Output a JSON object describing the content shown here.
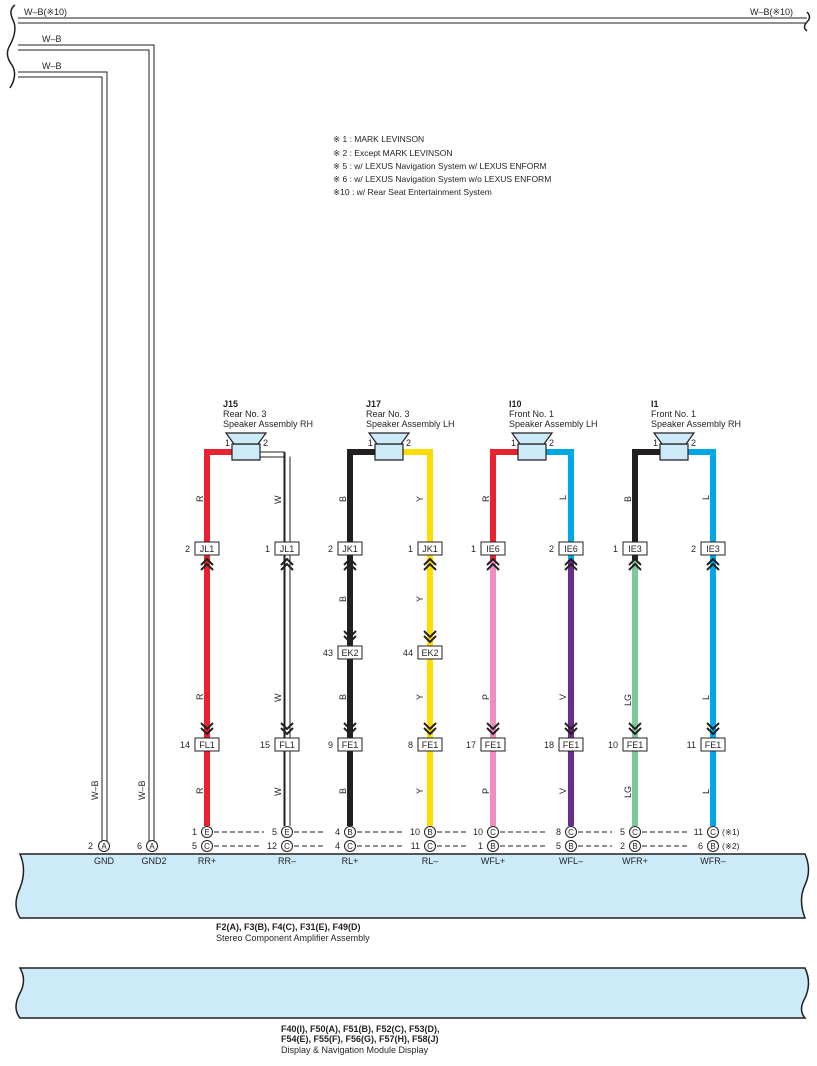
{
  "colors": {
    "red": "#e8222e",
    "black": "#231f20",
    "yellow": "#ffdd00",
    "sky_blue": "#00a8e6",
    "pink": "#f08ec0",
    "violet": "#6a2c91",
    "light_green": "#7fc89a",
    "white_wire": "#bfbfbf",
    "component_fill": "#cdeaf8"
  },
  "top_wires": [
    {
      "left_label": "W–B(※10)",
      "right_label": "W–B(※10)"
    },
    {
      "label": "W–B"
    },
    {
      "label": "W–B"
    }
  ],
  "notes": [
    "※ 1 : MARK LEVINSON",
    "※ 2 : Except MARK LEVINSON",
    "※ 5 : w/ LEXUS Navigation System w/ LEXUS ENFORM",
    "※ 6 : w/ LEXUS Navigation System w/o LEXUS ENFORM",
    "※10 : w/ Rear Seat Entertainment System"
  ],
  "speakers": [
    {
      "code": "J15",
      "name1": "Rear No. 3",
      "name2": "Speaker Assembly RH",
      "pin1": "1",
      "pin2": "2"
    },
    {
      "code": "J17",
      "name1": "Rear No. 3",
      "name2": "Speaker Assembly LH",
      "pin1": "1",
      "pin2": "2"
    },
    {
      "code": "I10",
      "name1": "Front No. 1",
      "name2": "Speaker Assembly LH",
      "pin1": "1",
      "pin2": "2"
    },
    {
      "code": "I1",
      "name1": "Front No. 1",
      "name2": "Speaker Assembly RH",
      "pin1": "1",
      "pin2": "2"
    }
  ],
  "wires": [
    {
      "color_code": "R",
      "color": "red",
      "c1_pin": "2",
      "c1": "JL1",
      "mid_pin": "",
      "mid": "",
      "c2_pin": "14",
      "c2": "FL1",
      "top_pin": "1",
      "top_conn": "E",
      "bot_pin": "5",
      "bot_conn": "C",
      "signal": "RR+"
    },
    {
      "color_code": "W",
      "color": "white",
      "c1_pin": "1",
      "c1": "JL1",
      "mid_pin": "",
      "mid": "",
      "c2_pin": "15",
      "c2": "FL1",
      "top_pin": "5",
      "top_conn": "E",
      "bot_pin": "12",
      "bot_conn": "C",
      "signal": "RR–"
    },
    {
      "color_code": "B",
      "color": "black",
      "c1_pin": "2",
      "c1": "JK1",
      "mid_pin": "43",
      "mid": "EK2",
      "c2_pin": "9",
      "c2": "FE1",
      "top_pin": "4",
      "top_conn": "B",
      "bot_pin": "4",
      "bot_conn": "C",
      "signal": "RL+"
    },
    {
      "color_code": "Y",
      "color": "yellow",
      "c1_pin": "1",
      "c1": "JK1",
      "mid_pin": "44",
      "mid": "EK2",
      "c2_pin": "8",
      "c2": "FE1",
      "top_pin": "10",
      "top_conn": "B",
      "bot_pin": "11",
      "bot_conn": "C",
      "signal": "RL–"
    },
    {
      "color_code": "P",
      "color": "pink",
      "upper_code": "R",
      "c1_pin": "1",
      "c1": "IE6",
      "mid_pin": "",
      "mid": "",
      "c2_pin": "17",
      "c2": "FE1",
      "top_pin": "10",
      "top_conn": "C",
      "bot_pin": "1",
      "bot_conn": "B",
      "signal": "WFL+"
    },
    {
      "color_code": "V",
      "color": "violet",
      "upper_code": "L",
      "c1_pin": "2",
      "c1": "IE6",
      "mid_pin": "",
      "mid": "",
      "c2_pin": "18",
      "c2": "FE1",
      "top_pin": "8",
      "top_conn": "C",
      "bot_pin": "5",
      "bot_conn": "B",
      "signal": "WFL–"
    },
    {
      "color_code": "LG",
      "color": "light_green",
      "upper_code": "B",
      "c1_pin": "1",
      "c1": "IE3",
      "mid_pin": "",
      "mid": "",
      "c2_pin": "10",
      "c2": "FE1",
      "top_pin": "5",
      "top_conn": "C",
      "bot_pin": "2",
      "bot_conn": "B",
      "signal": "WFR+"
    },
    {
      "color_code": "L",
      "color": "sky_blue",
      "upper_code": "L",
      "c1_pin": "2",
      "c1": "IE3",
      "mid_pin": "",
      "mid": "",
      "c2_pin": "11",
      "c2": "FE1",
      "top_pin": "11",
      "top_conn": "C",
      "bot_pin": "6",
      "bot_conn": "B",
      "signal": "WFR–"
    }
  ],
  "ground": [
    {
      "wire_label": "W–B",
      "pin": "2",
      "conn": "A",
      "signal": "GND"
    },
    {
      "wire_label": "W–B",
      "pin": "6",
      "conn": "A",
      "signal": "GND2"
    }
  ],
  "variant_notes": {
    "top": "(※1)",
    "bottom": "(※2)"
  },
  "amplifier": {
    "codes": "F2(A), F3(B), F4(C), F31(E), F49(D)",
    "name": "Stereo Component Amplifier Assembly"
  },
  "display": {
    "codes1": "F40(I), F50(A), F51(B), F52(C), F53(D),",
    "codes2": "F54(E), F55(F), F56(G), F57(H), F58(J)",
    "name": "Display & Navigation Module Display"
  }
}
